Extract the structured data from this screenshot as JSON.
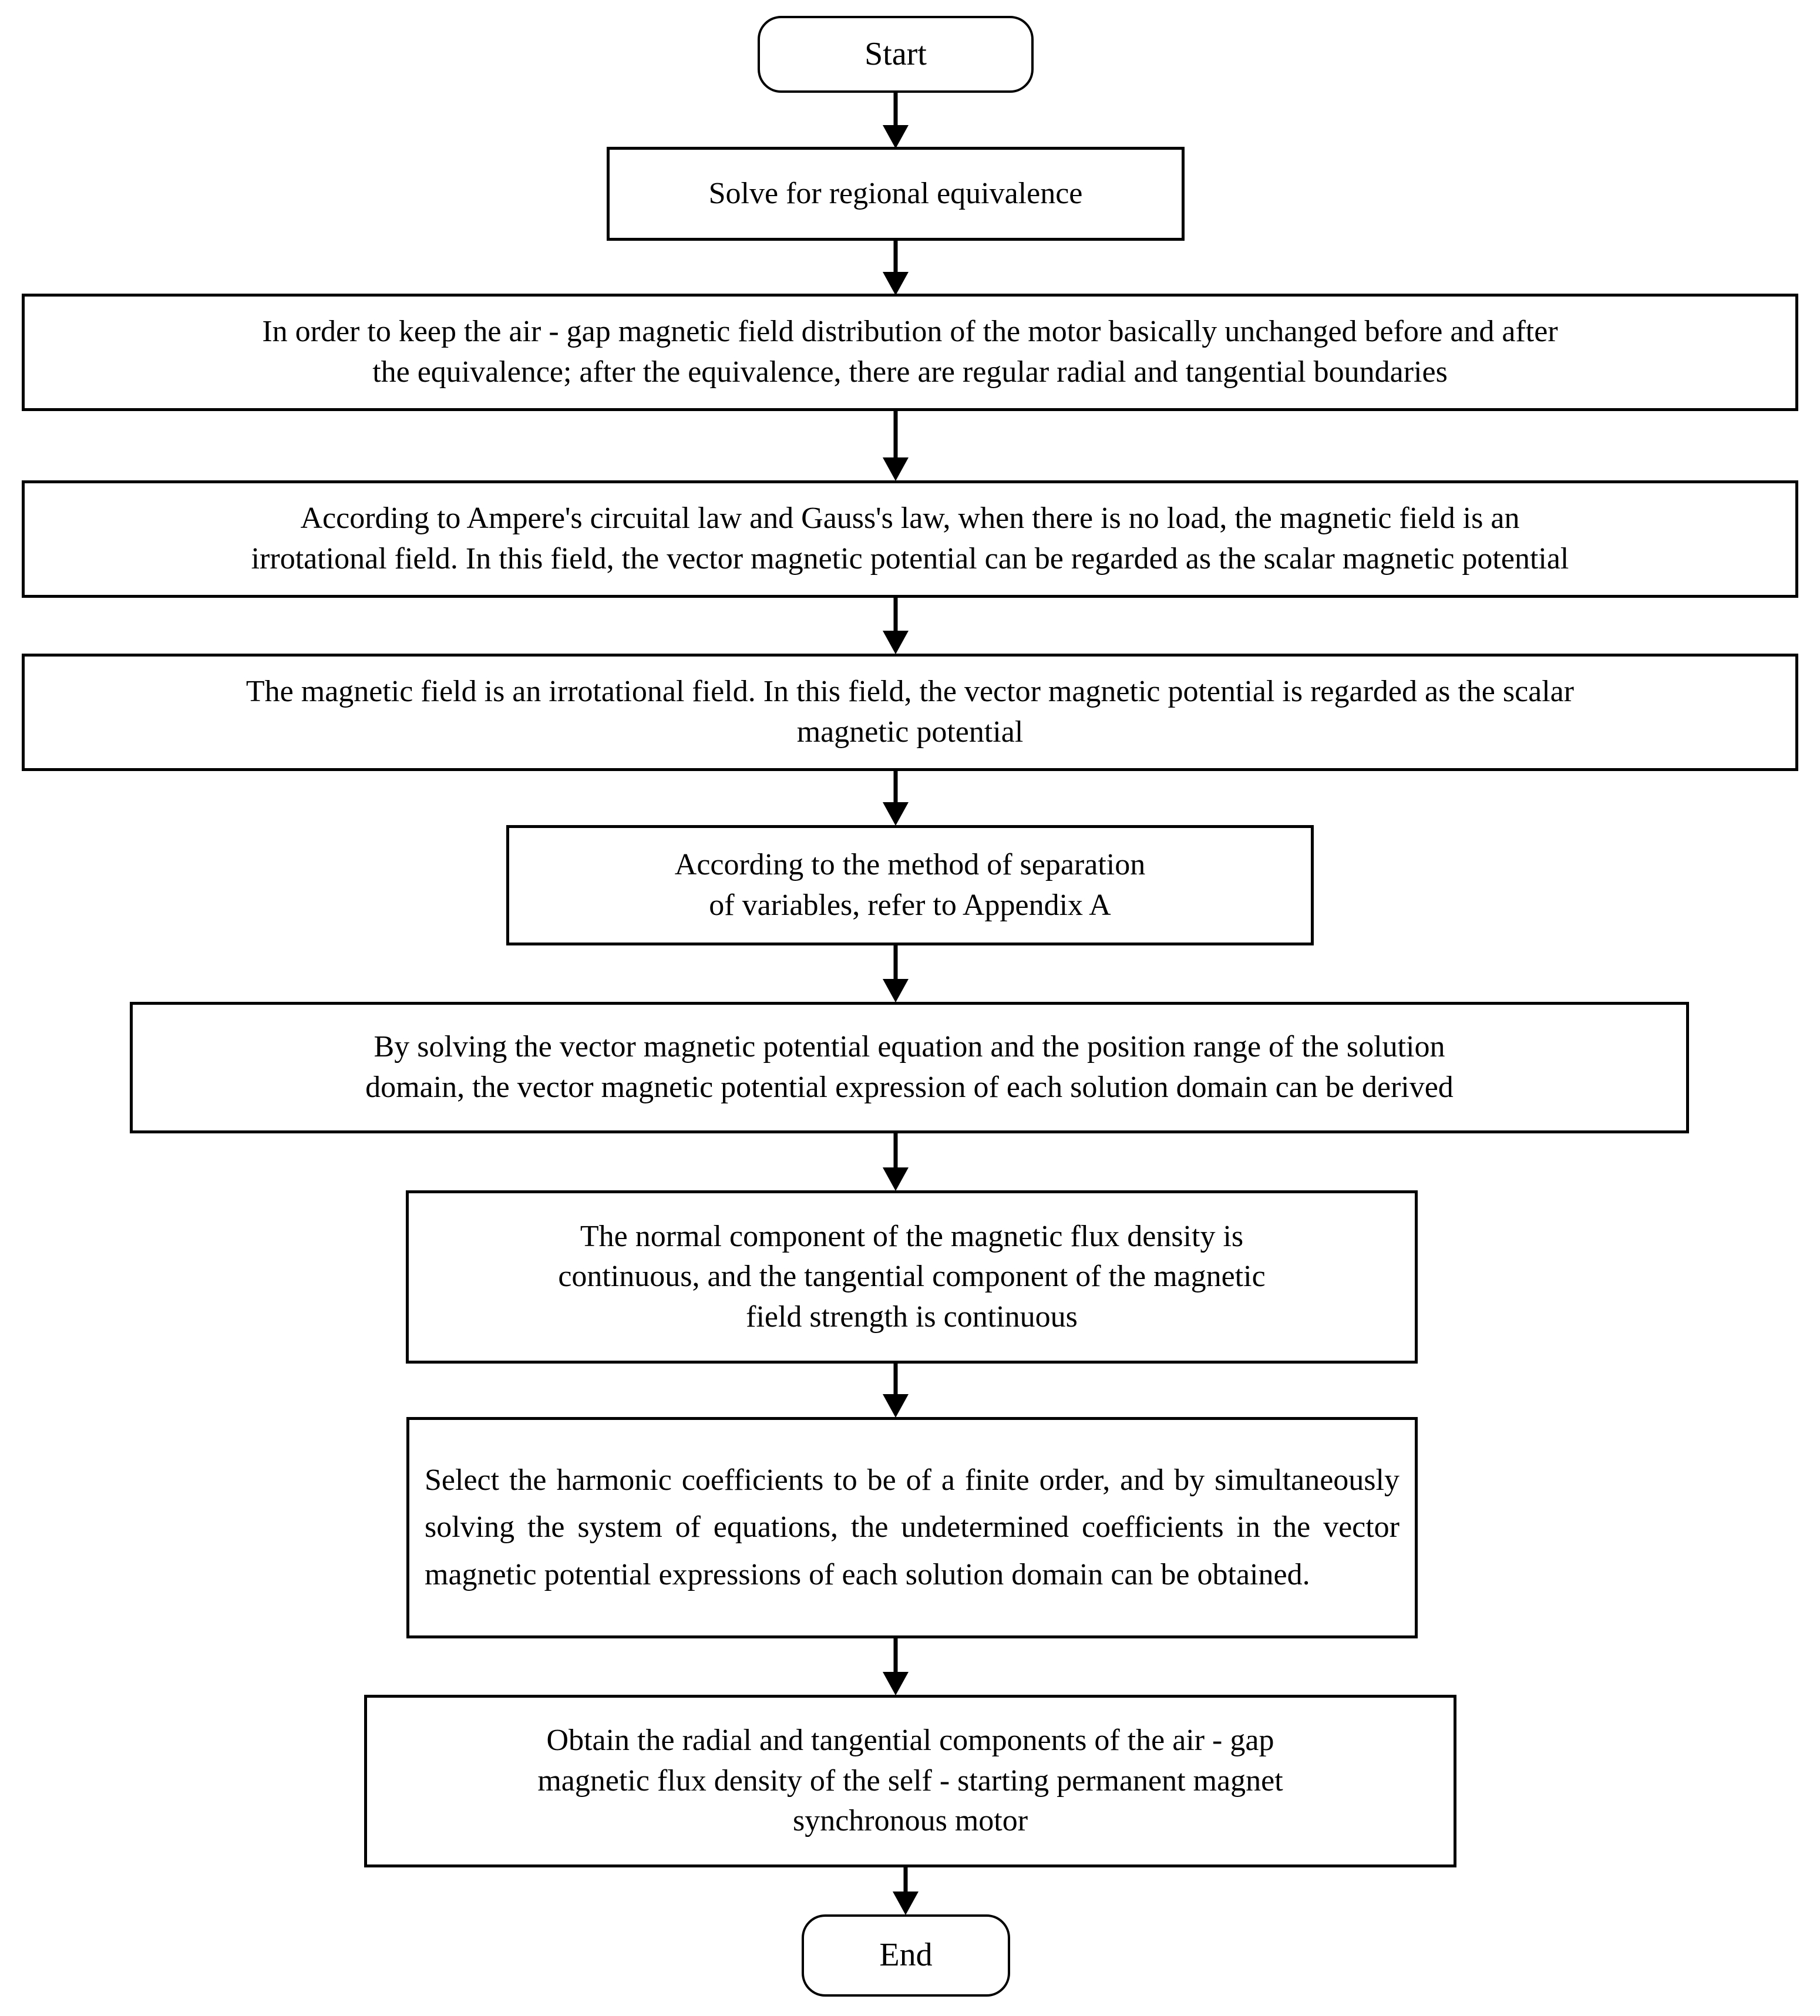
{
  "diagram": {
    "title": "Analytical solution flow for air-gap magnetic field of a self-starting permanent magnet synchronous motor",
    "orientation": "top-to-bottom",
    "background_color": "#ffffff",
    "line_color": "#000000",
    "text_color": "#000000"
  },
  "nodes": [
    {
      "id": "start",
      "shape": "terminator",
      "text": "Start"
    },
    {
      "id": "solve-regional-equivalence",
      "shape": "process",
      "text": "Solve for regional equivalence"
    },
    {
      "id": "keep-air-gap-field",
      "shape": "process",
      "text": "In order to keep the air - gap magnetic field distribution of the motor basically unchanged before and after\nthe equivalence; after the equivalence, there are regular radial and tangential boundaries"
    },
    {
      "id": "ampere-gauss-law",
      "shape": "process",
      "text": "According to Ampere's circuital law and Gauss's law, when there is no load, the magnetic field is an\nirrotational field. In this field, the vector magnetic potential can be regarded as the scalar magnetic potential"
    },
    {
      "id": "irrotational-field",
      "shape": "process",
      "text": "The magnetic field is an irrotational field. In this field, the vector magnetic potential is regarded as the scalar\nmagnetic potential"
    },
    {
      "id": "separation-of-variables",
      "shape": "process",
      "text": "According to the method of separation\nof variables, refer to Appendix A"
    },
    {
      "id": "solve-vector-potential-equation",
      "shape": "process",
      "text": "By solving the vector magnetic potential equation and the position range of the solution\ndomain, the vector magnetic potential expression of each solution domain can be derived"
    },
    {
      "id": "boundary-continuity",
      "shape": "process",
      "text": "The normal component of the magnetic flux density is\ncontinuous, and the tangential component of the magnetic\nfield strength is continuous"
    },
    {
      "id": "harmonic-coefficients",
      "shape": "process",
      "text": "Select the harmonic coefficients to be of a finite order, and by simultaneously solving the system of equations, the undetermined coefficients in the vector magnetic potential expressions of each solution domain can be obtained."
    },
    {
      "id": "obtain-flux-density",
      "shape": "process",
      "text": "Obtain the radial and tangential components of the air - gap\nmagnetic flux density of the self - starting permanent magnet\nsynchronous motor"
    },
    {
      "id": "end",
      "shape": "terminator",
      "text": "End"
    }
  ],
  "edges": [
    {
      "id": "e1",
      "from": "start",
      "to": "solve-regional-equivalence",
      "arrow": "down"
    },
    {
      "id": "e2",
      "from": "solve-regional-equivalence",
      "to": "keep-air-gap-field",
      "arrow": "down"
    },
    {
      "id": "e3",
      "from": "keep-air-gap-field",
      "to": "ampere-gauss-law",
      "arrow": "down"
    },
    {
      "id": "e4",
      "from": "ampere-gauss-law",
      "to": "irrotational-field",
      "arrow": "down"
    },
    {
      "id": "e5",
      "from": "irrotational-field",
      "to": "separation-of-variables",
      "arrow": "down"
    },
    {
      "id": "e6",
      "from": "separation-of-variables",
      "to": "solve-vector-potential-equation",
      "arrow": "down"
    },
    {
      "id": "e7",
      "from": "solve-vector-potential-equation",
      "to": "boundary-continuity",
      "arrow": "down"
    },
    {
      "id": "e8",
      "from": "boundary-continuity",
      "to": "harmonic-coefficients",
      "arrow": "down"
    },
    {
      "id": "e9",
      "from": "harmonic-coefficients",
      "to": "obtain-flux-density",
      "arrow": "down"
    },
    {
      "id": "e10",
      "from": "obtain-flux-density",
      "to": "end",
      "arrow": "down"
    }
  ]
}
